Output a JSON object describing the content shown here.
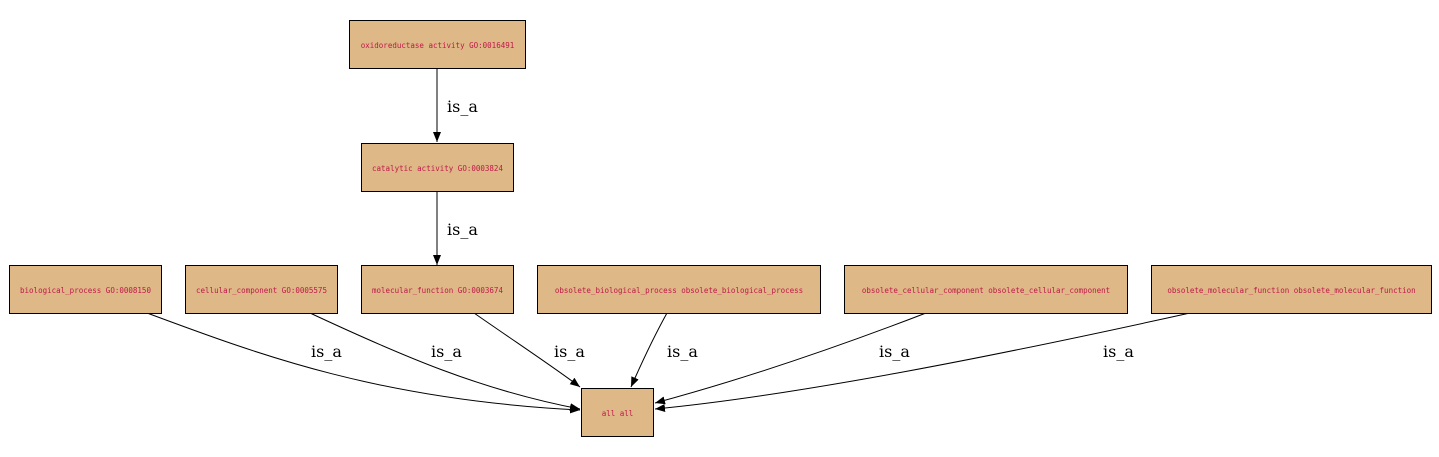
{
  "colors": {
    "node_fill": "#deb887",
    "node_text": "#c0184a",
    "edge": "#000000"
  },
  "nodes": {
    "oxidoreductase": "oxidoreductase activity GO:0016491",
    "catalytic": "catalytic activity GO:0003824",
    "biological_process": "biological_process GO:0008150",
    "cellular_component": "cellular_component GO:0005575",
    "molecular_function": "molecular_function GO:0003674",
    "obsolete_biological_process": "obsolete_biological_process obsolete_biological_process",
    "obsolete_cellular_component": "obsolete_cellular_component obsolete_cellular_component",
    "obsolete_molecular_function": "obsolete_molecular_function obsolete_molecular_function",
    "all": "all all"
  },
  "edges": [
    {
      "from": "oxidoreductase",
      "to": "catalytic",
      "label": "is_a"
    },
    {
      "from": "catalytic",
      "to": "molecular_function",
      "label": "is_a"
    },
    {
      "from": "biological_process",
      "to": "all",
      "label": "is_a"
    },
    {
      "from": "cellular_component",
      "to": "all",
      "label": "is_a"
    },
    {
      "from": "molecular_function",
      "to": "all",
      "label": "is_a"
    },
    {
      "from": "obsolete_biological_process",
      "to": "all",
      "label": "is_a"
    },
    {
      "from": "obsolete_cellular_component",
      "to": "all",
      "label": "is_a"
    },
    {
      "from": "obsolete_molecular_function",
      "to": "all",
      "label": "is_a"
    }
  ]
}
